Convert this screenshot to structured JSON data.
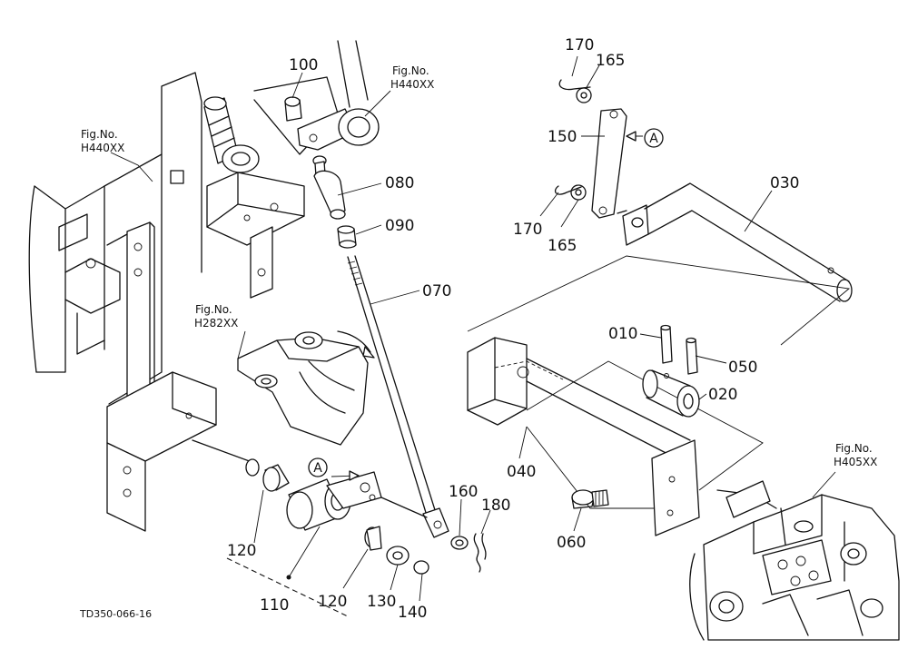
{
  "diagram_code": "TD350-066-16",
  "fig_refs": [
    {
      "line1": "Fig.No.",
      "line2": "H440XX"
    },
    {
      "line1": "Fig.No.",
      "line2": "H440XX"
    },
    {
      "line1": "Fig.No.",
      "line2": "H282XX"
    },
    {
      "line1": "Fig.No.",
      "line2": "H405XX"
    }
  ],
  "callouts": [
    "A",
    "A"
  ],
  "parts": [
    "100",
    "080",
    "090",
    "070",
    "170",
    "165",
    "150",
    "170",
    "165",
    "030",
    "010",
    "050",
    "020",
    "040",
    "060",
    "160",
    "180",
    "120",
    "120",
    "130",
    "140",
    "110"
  ],
  "colors": {
    "ink": "#111111",
    "paper": "#ffffff"
  }
}
